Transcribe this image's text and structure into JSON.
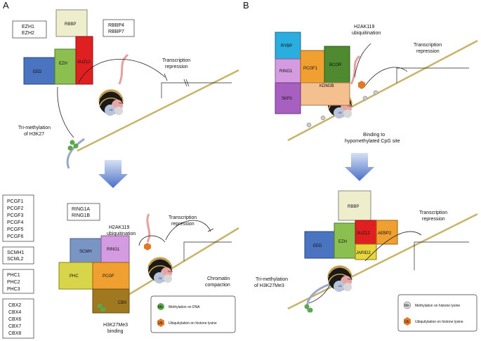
{
  "panels": {
    "a": "A",
    "b": "B"
  },
  "a_top": {
    "box_ezh": [
      "EZH1",
      "EZH2"
    ],
    "box_rbbp": [
      "RBBP4",
      "RBBP7"
    ],
    "blocks": {
      "rbbp": "RBBP",
      "eed": "EED",
      "ezh": "EZH",
      "suz12": "SUZ12"
    },
    "transcription": [
      "Transcription",
      "repression"
    ],
    "trimethylation": [
      "Tri-methylation",
      "of H3K27"
    ]
  },
  "a_bottom": {
    "box_pcgf": [
      "PCGF1",
      "PCGF2",
      "PCGF3",
      "PCGF4",
      "PCGF5",
      "PCGF6"
    ],
    "box_ring": [
      "RING1A",
      "RING1B"
    ],
    "box_scmh": [
      "SCMH1",
      "SCML2"
    ],
    "box_phc": [
      "PHC1",
      "PHC2",
      "PHC3"
    ],
    "box_cbx": [
      "CBX2",
      "CBX4",
      "CBX6",
      "CBX7",
      "CBX8"
    ],
    "blocks": {
      "scmh": "SCMH",
      "ring1": "RING1",
      "phc": "PHC",
      "pcgf": "PCGF",
      "cbx": "CBX"
    },
    "ubiquitination": [
      "H2AK119",
      "ubiquitination"
    ],
    "transcription": [
      "Transcription",
      "repression"
    ],
    "chromatin": [
      "Chromatin",
      "compaction"
    ],
    "binding": [
      "H3K27Me3",
      "binding"
    ],
    "legend": {
      "me": "Me",
      "ub": "Ub",
      "methylation_dna": "Methylation on DNA",
      "ubiquitylation": "Ubiquitylation on histone lysine"
    }
  },
  "b_top": {
    "blocks": {
      "rybp": "RYBP",
      "ring1": "RING1",
      "pcgf1": "PCGF1",
      "bcor": "BCOR",
      "kdm2b": "KDM2B",
      "skp1": "SKP1"
    },
    "ubiquitination": [
      "H2AK119",
      "ubiquitination"
    ],
    "transcription": [
      "Transcription",
      "repression"
    ],
    "binding": [
      "Binding to",
      "hypomethylated CpG site"
    ]
  },
  "b_bottom": {
    "blocks": {
      "rbbp": "RBBP",
      "eed": "EED",
      "ezh": "EZH",
      "suz12": "SUZ12",
      "aebp2": "AEBP2",
      "jarid2": "JARID2"
    },
    "transcription": [
      "Transcription",
      "repression"
    ],
    "trimethylation": [
      "Tri-methylation",
      "of H3K27Me3"
    ],
    "legend": {
      "me": "Me",
      "ub": "Ub",
      "methylation_histone": "Methylation on histone lysine",
      "ubiquitylation": "Ubiquitylation on histone lysine"
    }
  },
  "nucleosome": {
    "h2a": "H2A",
    "h3": "H3",
    "h2b": "H2B"
  }
}
